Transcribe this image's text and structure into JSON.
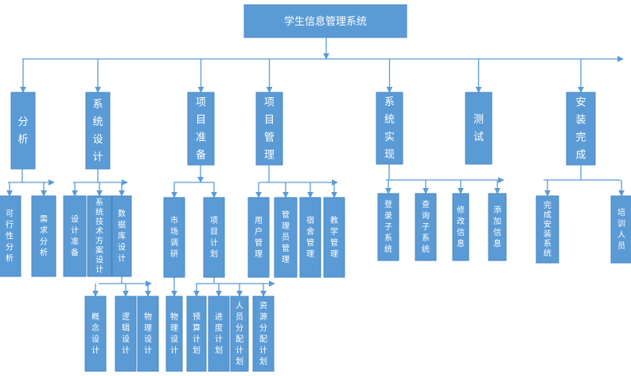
{
  "diagram": {
    "title": "学生信息管理系统",
    "phases": [
      "分析",
      "系统设计",
      "项目准备",
      "项目管理",
      "系统实现",
      "测试",
      "安装完成"
    ],
    "analysis_children": [
      "可行性分析",
      "需求分析"
    ],
    "system_design_children": [
      "设计准备",
      "系统技术方案设计",
      "数据库设计"
    ],
    "database_design_children": [
      "概念设计",
      "逻辑设计",
      "物理设计"
    ],
    "project_prep_children": [
      "市场调研",
      "项目计划"
    ],
    "market_research_children": [
      "物理设计"
    ],
    "project_plan_children": [
      "预算计划",
      "进度计划",
      "人员分配计划",
      "资源分配计划"
    ],
    "project_mgmt_children": [
      "用户管理",
      "管理员管理",
      "宿舍管理",
      "教学管理"
    ],
    "implementation_children": [
      "登录子系统",
      "查询子系统",
      "修改信息",
      "添加信息"
    ],
    "install_children": [
      "完成安装系统",
      "培训人员"
    ]
  },
  "colors": {
    "node_fill": "#5b9bd5",
    "node_border": "#4a87c2",
    "connector": "#5b9bd5",
    "text": "#ffffff"
  }
}
